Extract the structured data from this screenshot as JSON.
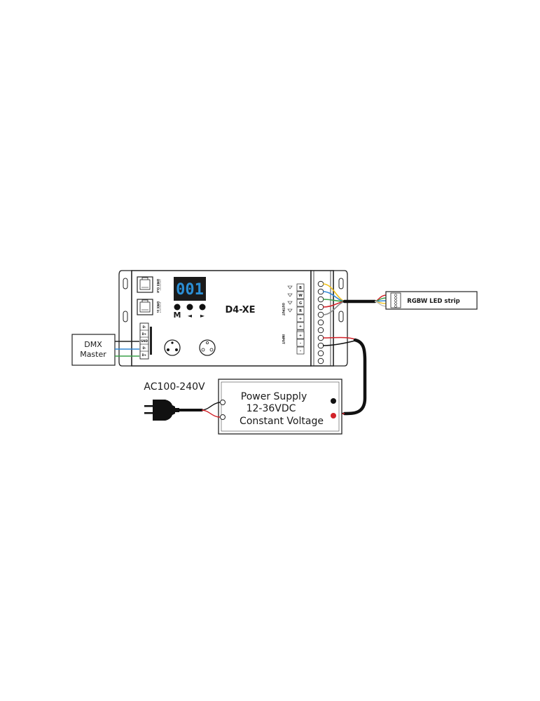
{
  "controller": {
    "model": "D4-XE",
    "display_value": "001",
    "buttons": [
      "M",
      "◄",
      "►"
    ],
    "rj45_labels": [
      "DMX Out",
      "DMX In"
    ],
    "dmx_terminal_labels": [
      "D-",
      "D+",
      "GND",
      "D-",
      "D+"
    ],
    "output_labels": [
      "B",
      "W",
      "G",
      "R",
      "+",
      "+",
      "+",
      "+"
    ],
    "output_section_label": "OUTPUT",
    "input_labels": [
      "+",
      "-",
      "-"
    ],
    "input_section_label": "INPUT"
  },
  "dmx_master": {
    "line1": "DMX",
    "line2": "Master"
  },
  "led_strip": {
    "label": "RGBW LED strip"
  },
  "ac_input": {
    "label": "AC100-240V"
  },
  "power_supply": {
    "line1": "Power Supply",
    "line2": "12-36VDC",
    "line3": "Constant Voltage"
  },
  "colors": {
    "outline": "#222222",
    "display_bg": "#1b1b1b",
    "display_digits": "#2b8fd6",
    "wire_red": "#d2232a",
    "wire_black": "#111111",
    "wire_blue": "#2e86d4",
    "wire_green": "#3aa04a",
    "wire_yellow": "#f2c21b",
    "wire_white": "#bbbbbb",
    "wire_gray": "#888888"
  }
}
